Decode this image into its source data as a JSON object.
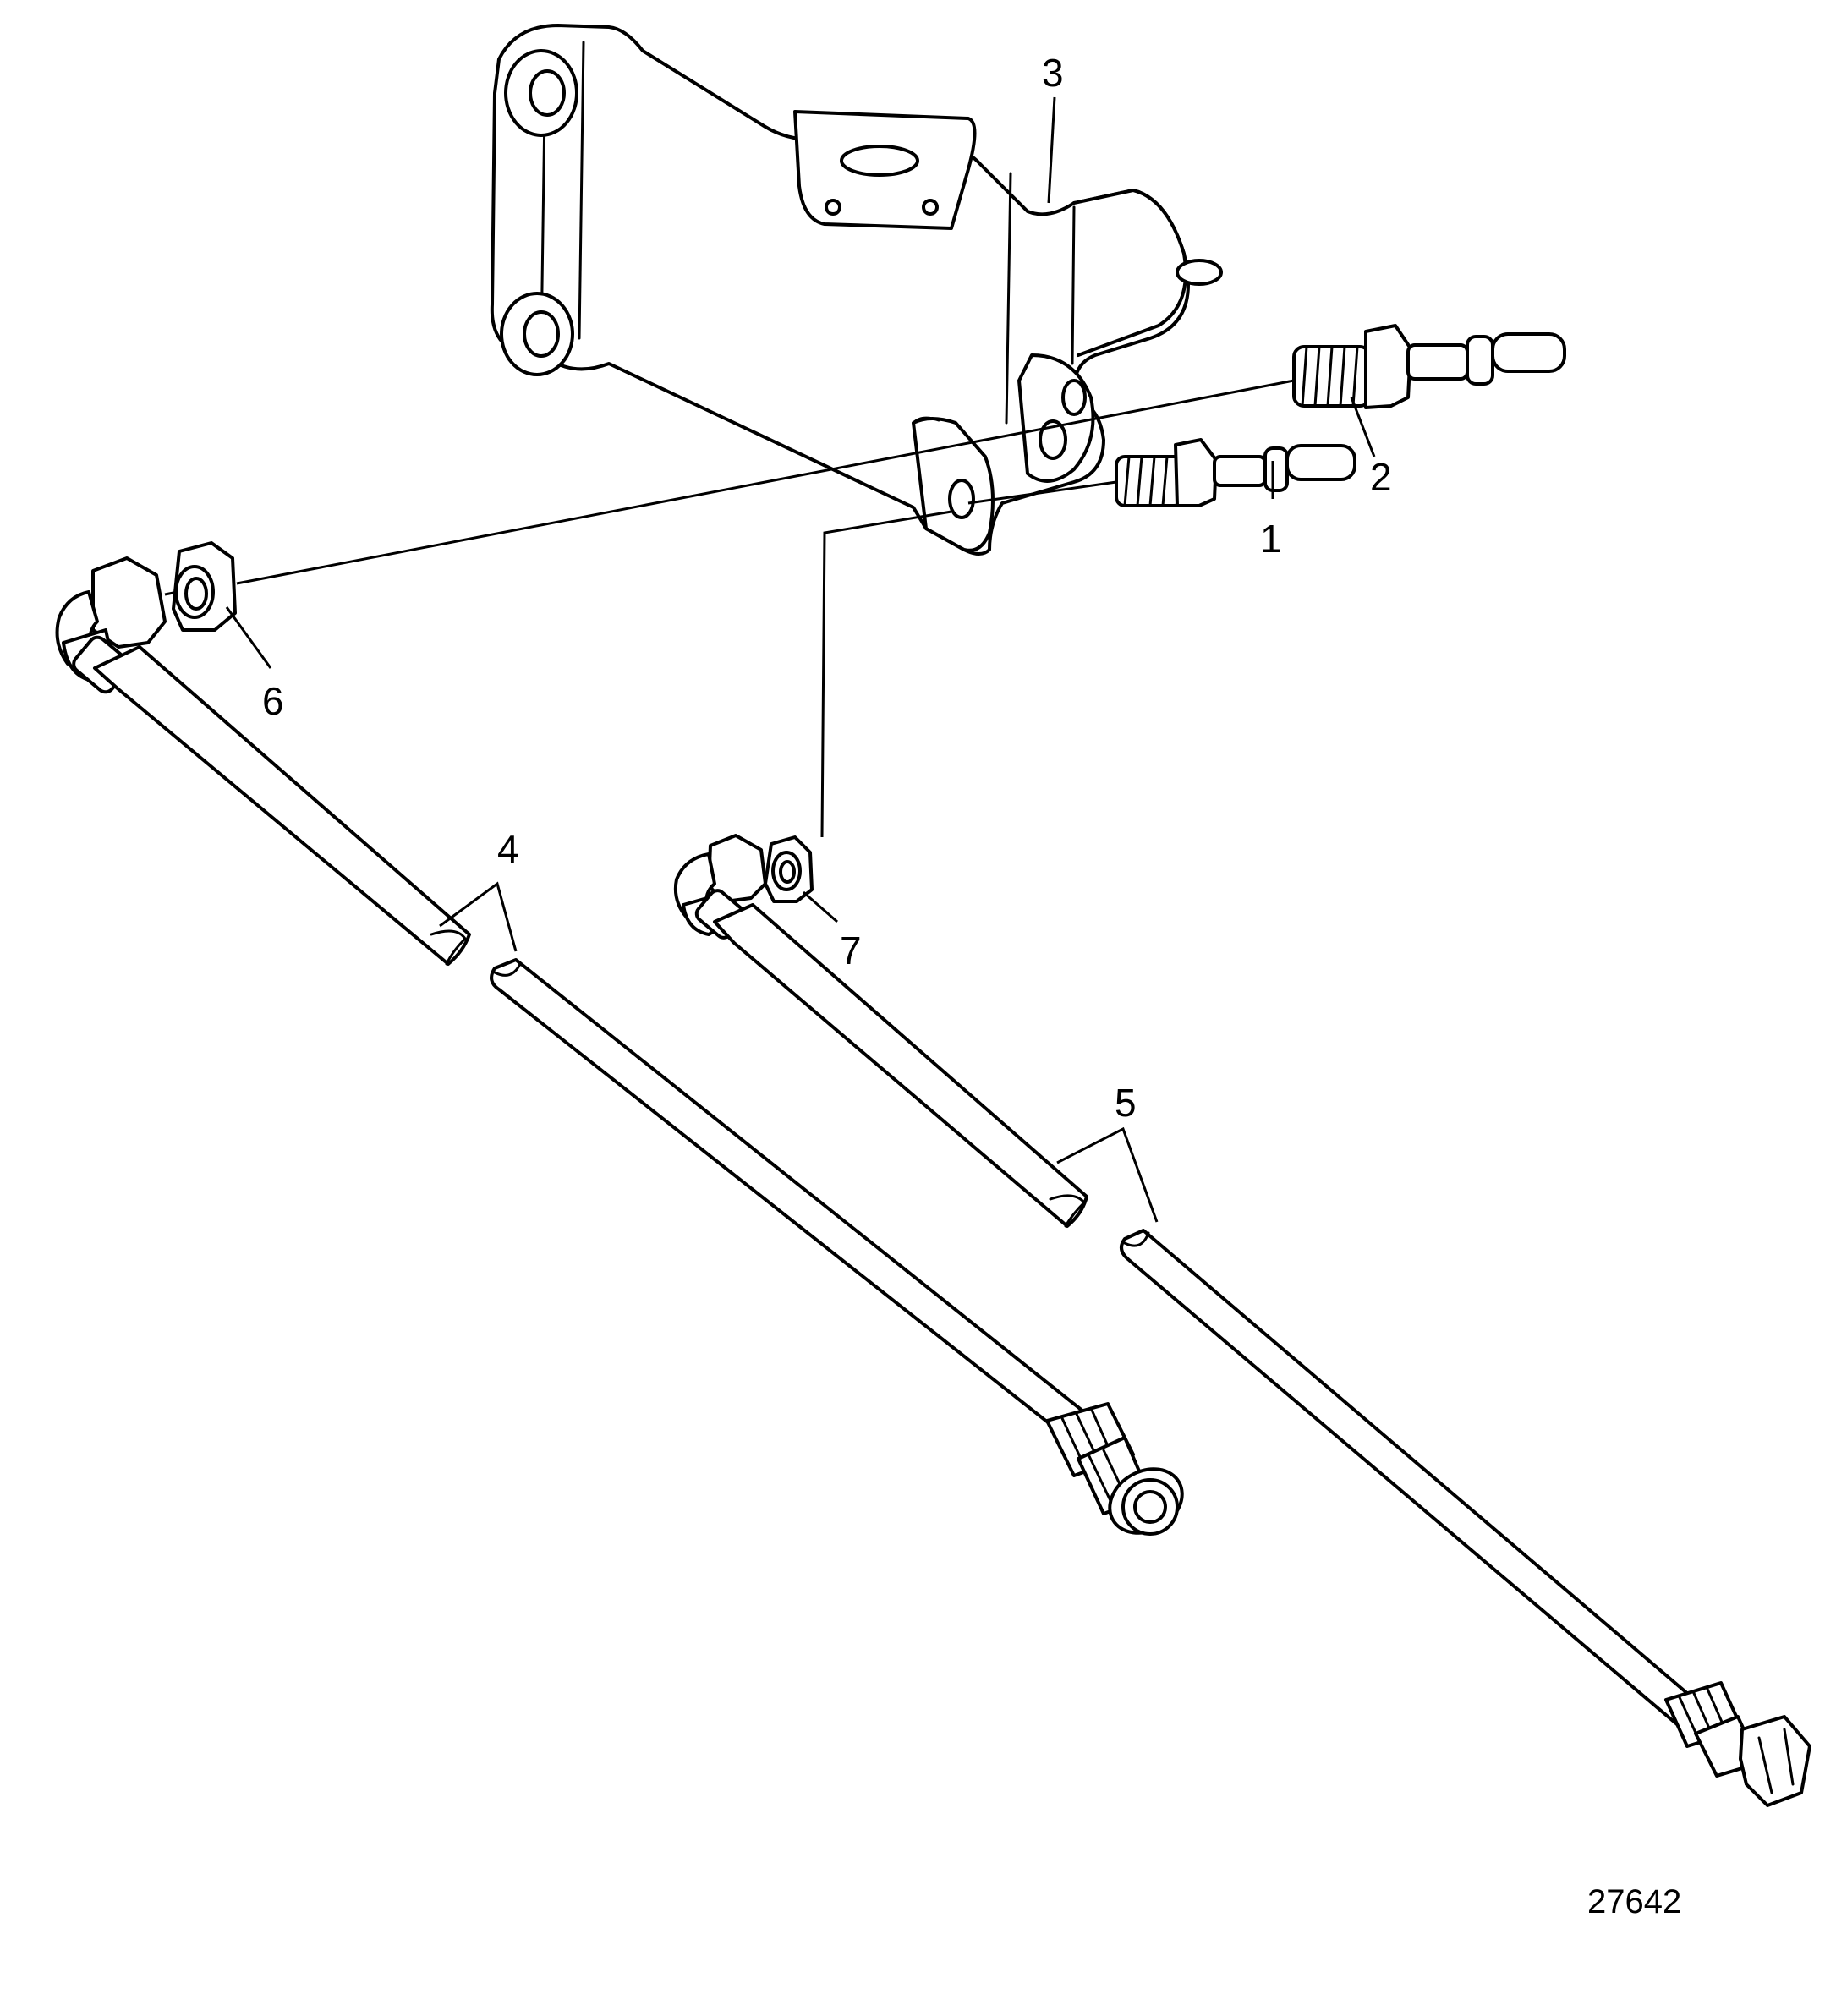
{
  "callouts": {
    "c1": "1",
    "c2": "2",
    "c3": "3",
    "c4": "4",
    "c5": "5",
    "c6": "6",
    "c7": "7"
  },
  "drawing_number": "27642",
  "parts": {
    "p1": "nipple-connector-small",
    "p2": "nipple-connector-large",
    "p3": "mounting-bracket",
    "p4": "hose-long",
    "p5": "hose-right",
    "p6": "hex-nut",
    "p7": "hex-nut-small"
  },
  "colors": {
    "line": "#000000",
    "background": "#ffffff"
  }
}
